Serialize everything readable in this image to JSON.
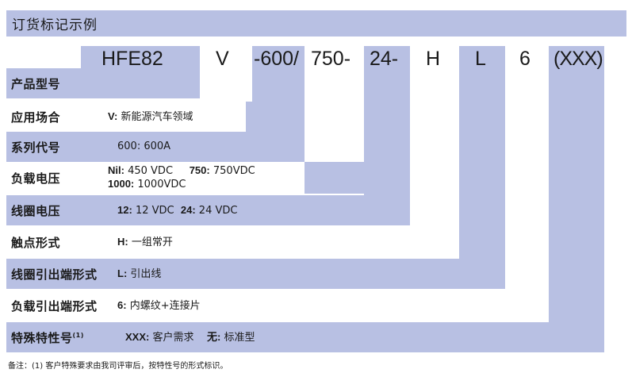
{
  "title": "订货标记示例",
  "code_parts": [
    "HFE82",
    "V",
    "-600/",
    "750-",
    "24-",
    "H",
    "L",
    "6",
    "(XXX)"
  ],
  "rows": [
    {
      "label": "产品型号",
      "desc": ""
    },
    {
      "label": "应用场合",
      "desc_key": "V:",
      "desc": "新能源汽车领域"
    },
    {
      "label": "系列代号",
      "desc": "600: 600A"
    },
    {
      "label": "负载电压",
      "line1_k1": "Nil:",
      "line1_v1": "450 VDC",
      "line1_k2": "750:",
      "line1_v2": "750VDC",
      "line2_k": "1000:",
      "line2_v": "1000VDC"
    },
    {
      "label": "线圈电压",
      "k1": "12:",
      "v1": "12 VDC",
      "k2": "24:",
      "v2": "24 VDC"
    },
    {
      "label": "触点形式",
      "desc_key": "H:",
      "desc": "一组常开"
    },
    {
      "label": "线圈引出端形式",
      "desc_key": "L:",
      "desc": "引出线"
    },
    {
      "label": "负载引出端形式",
      "desc_key": "6:",
      "desc": "内螺纹+连接片"
    },
    {
      "label": "特殊特性号",
      "sup": "(1)",
      "k1": "XXX:",
      "v1": "客户需求",
      "k2": "无:",
      "v2": "标准型"
    }
  ],
  "note": "备注：(1) 客户特殊要求由我司评审后，按特性号的形式标识。"
}
